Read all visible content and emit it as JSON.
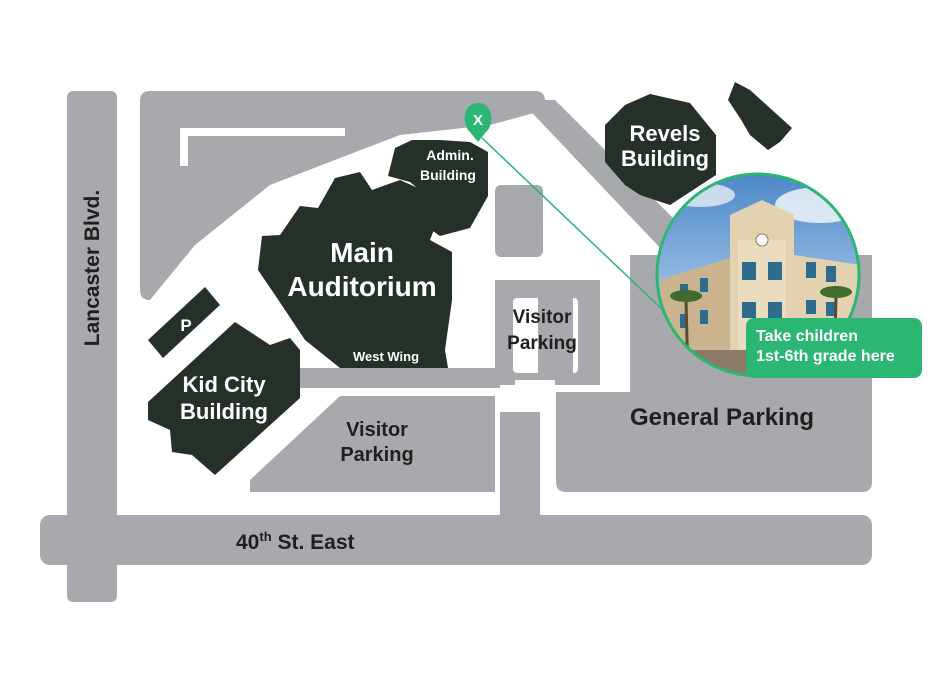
{
  "streets": {
    "west": "Lancaster Blvd.",
    "south_main": "40",
    "south_sup": "th",
    "south_rest": " St. East"
  },
  "buildings": {
    "main_line1": "Main",
    "main_line2": "Auditorium",
    "west_wing": "West Wing",
    "admin_line1": "Admin.",
    "admin_line2": "Building",
    "kid_line1": "Kid City",
    "kid_line2": "Building",
    "revels_line1": "Revels",
    "revels_line2": "Building"
  },
  "parking": {
    "p_symbol": "P",
    "visitor_center_line1": "Visitor",
    "visitor_center_line2": "Parking",
    "visitor_south_line1": "Visitor",
    "visitor_south_line2": "Parking",
    "general": "General Parking"
  },
  "marker": {
    "symbol": "X",
    "color": "#2bb673"
  },
  "callout": {
    "line1": "Take children",
    "line2": "1st-6th grade here"
  },
  "colors": {
    "road": "#a7a9ac",
    "building": "#253029",
    "accent": "#2bb673"
  }
}
